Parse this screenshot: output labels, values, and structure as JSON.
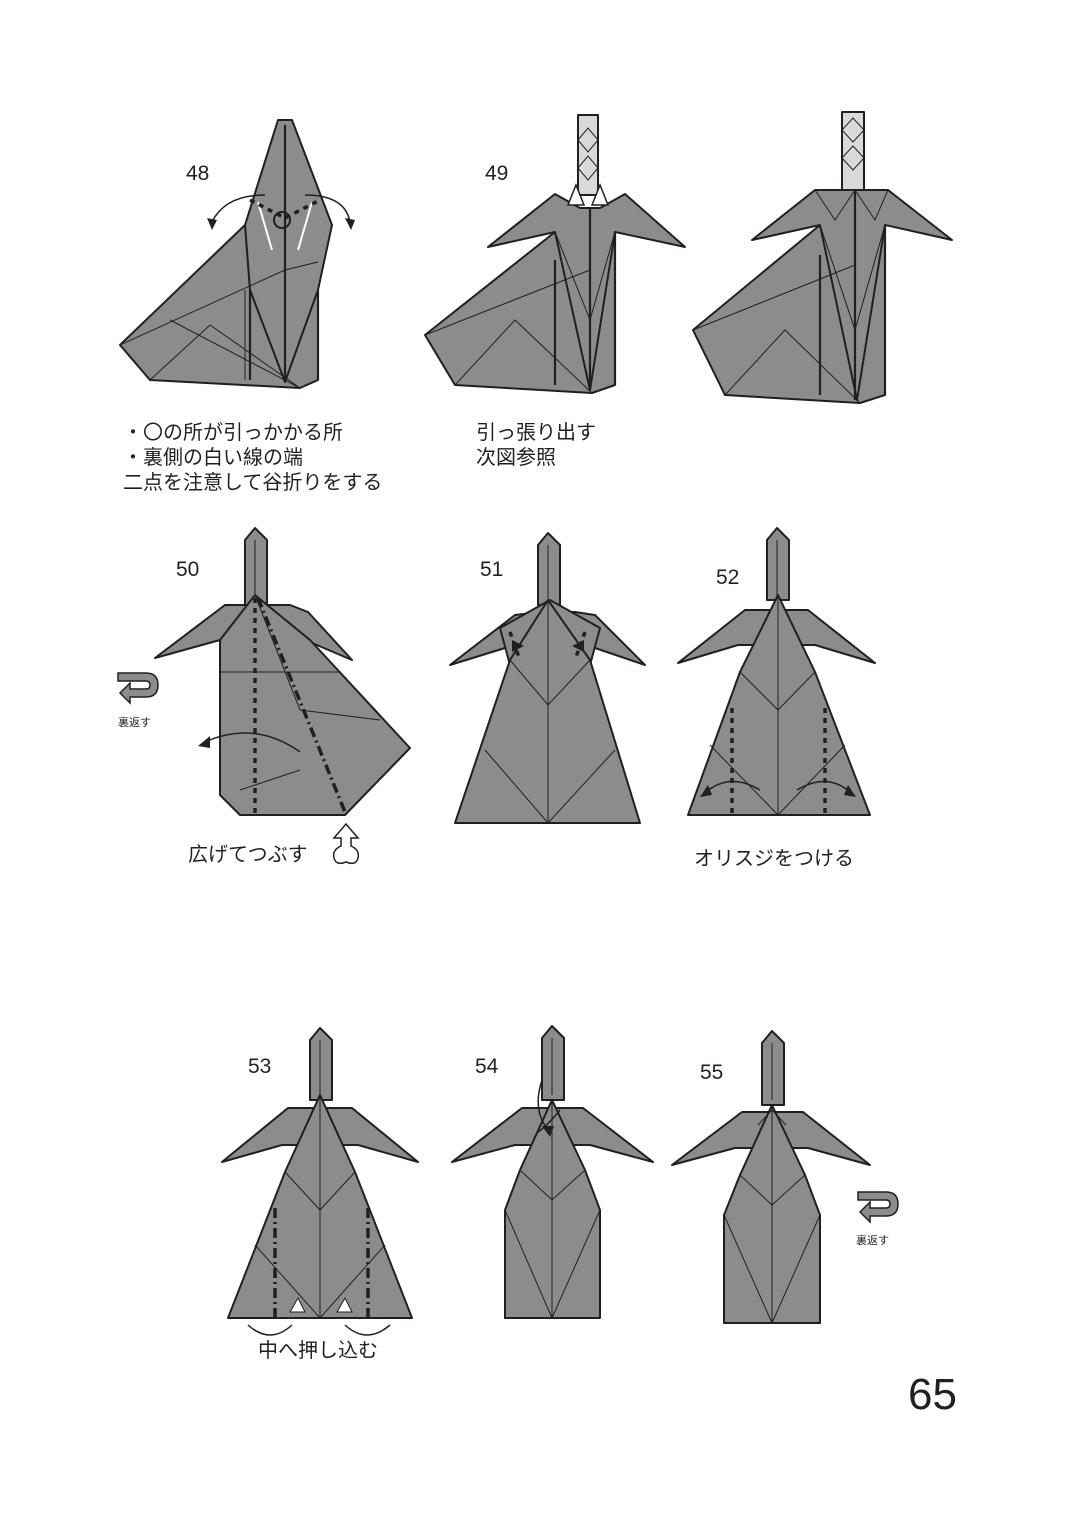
{
  "page": {
    "number": "65"
  },
  "steps": [
    {
      "num": "48"
    },
    {
      "num": "49"
    },
    {
      "num": "50"
    },
    {
      "num": "51"
    },
    {
      "num": "52"
    },
    {
      "num": "53"
    },
    {
      "num": "54"
    },
    {
      "num": "55"
    }
  ],
  "captions": {
    "step48": [
      "・〇の所が引っかかる所",
      "・裏側の白い線の端",
      "二点を注意して谷折りをする"
    ],
    "step49": [
      "引っ張り出す",
      "次図参照"
    ],
    "step50": "広げてつぶす",
    "step52": "オリスジをつける",
    "step53": "中へ押し込む"
  },
  "flip_symbol": {
    "label": "裏返す",
    "icon": "turn-over-icon"
  },
  "colors": {
    "paper": "#8c8c8c",
    "line": "#231f20",
    "background": "#ffffff"
  }
}
